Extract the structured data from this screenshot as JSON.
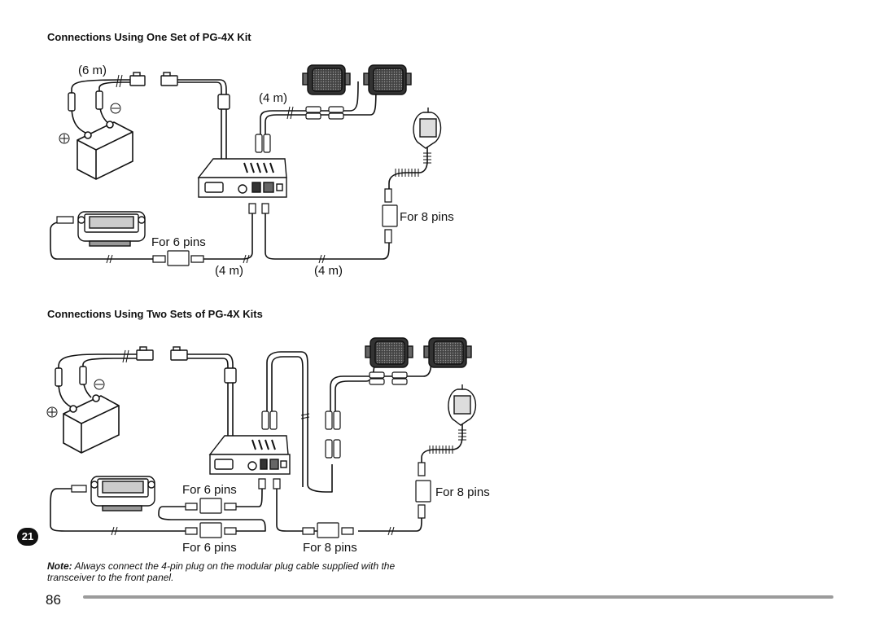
{
  "section1": {
    "heading": "Connections Using One Set of PG-4X Kit",
    "labels": {
      "battery_cable_len": "(6 m)",
      "speaker_cable_len": "(4 m)",
      "for_8_pins": "For 8 pins",
      "for_6_pins": "For 6 pins",
      "panel_cable_len": "(4 m)",
      "mic_cable_len": "(4 m)"
    }
  },
  "section2": {
    "heading": "Connections Using Two Sets of PG-4X Kits",
    "labels": {
      "for_6_pins_top": "For 6 pins",
      "for_8_pins_right": "For 8 pins",
      "for_6_pins_bottom": "For 6 pins",
      "for_8_pins_bottom": "For 8 pins"
    }
  },
  "note": {
    "label": "Note:",
    "text": "Always connect the 4-pin plug on the modular plug cable supplied with the transceiver to the front panel."
  },
  "page": {
    "number": "86",
    "chapter_tab": "21"
  },
  "colors": {
    "ink": "#111111",
    "panel_fill": "#ffffff",
    "speaker_fill": "#555555",
    "rule": "#9b9b9b"
  }
}
